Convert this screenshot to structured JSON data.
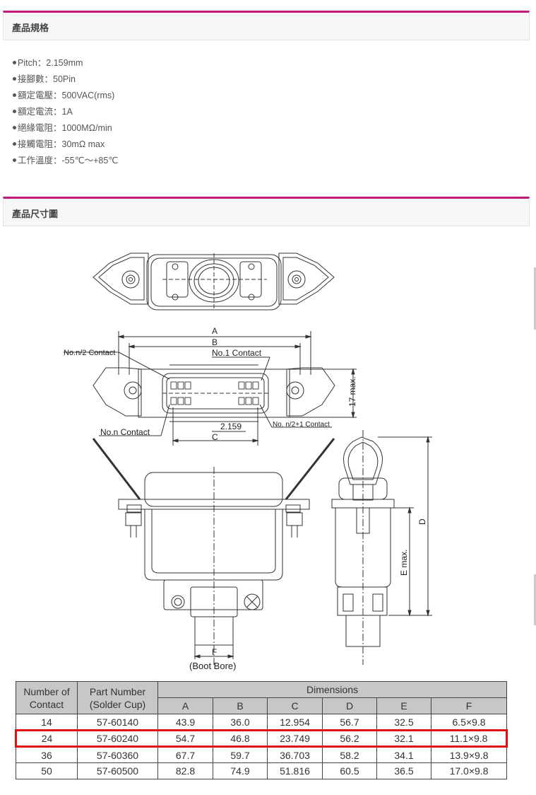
{
  "sections": {
    "spec_title": "產品規格",
    "dim_title": "產品尺寸圖"
  },
  "specs": [
    "Pitch：2.159mm",
    "接腳數：50Pin",
    "額定電壓：500VAC(rms)",
    "額定電流：1A",
    "絕緣電阻：1000MΩ/min",
    "接觸電阻：30mΩ max",
    "工作溫度：-55℃～+85℃"
  ],
  "drawing": {
    "label_A": "A",
    "label_B": "B",
    "label_C": "C",
    "label_D": "D",
    "label_E": "E max.",
    "label_F": "F",
    "label_17max": "17 max.",
    "label_pitch": "2.159",
    "label_n2": "No.n/2 Contact",
    "label_no1": "No.1 Contact",
    "label_non": "No.n Contact",
    "label_n21": "No. n/2+1 Contact",
    "label_boot": "(Boot Bore)"
  },
  "table": {
    "head_contacts_line1": "Number of",
    "head_contacts_line2": "Contact",
    "head_part_line1": "Part Number",
    "head_part_line2": "(Solder Cup)",
    "head_dimensions": "Dimensions",
    "dim_cols": [
      "A",
      "B",
      "C",
      "D",
      "E",
      "F"
    ],
    "rows": [
      {
        "contact": "14",
        "part": "57-60140",
        "A": "43.9",
        "B": "36.0",
        "C": "12.954",
        "D": "56.7",
        "E": "32.5",
        "F": "6.5×9.8"
      },
      {
        "contact": "24",
        "part": "57-60240",
        "A": "54.7",
        "B": "46.8",
        "C": "23.749",
        "D": "56.2",
        "E": "32.1",
        "F": "11.1×9.8"
      },
      {
        "contact": "36",
        "part": "57-60360",
        "A": "67.7",
        "B": "59.7",
        "C": "36.703",
        "D": "58.2",
        "E": "34.1",
        "F": "13.9×9.8"
      },
      {
        "contact": "50",
        "part": "57-60500",
        "A": "82.8",
        "B": "74.9",
        "C": "51.816",
        "D": "60.5",
        "E": "36.5",
        "F": "17.0×9.8"
      }
    ],
    "highlight_row": 1,
    "highlight_color": "#e01010"
  },
  "colors": {
    "accent": "#c4197c",
    "header_bg": "#c7c7c7"
  }
}
